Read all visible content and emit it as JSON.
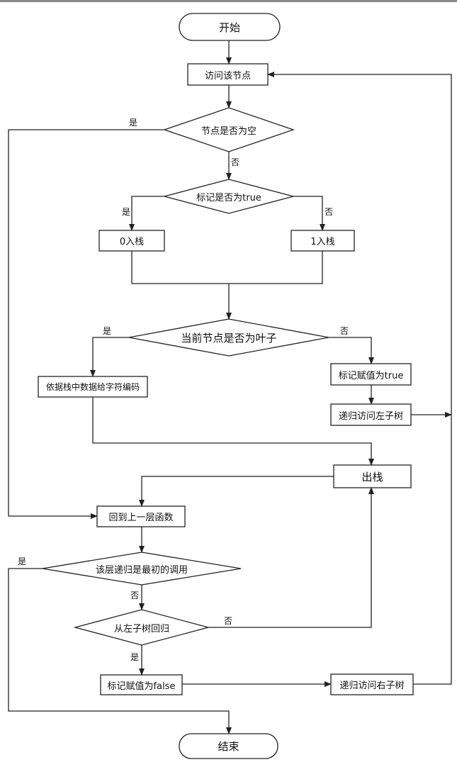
{
  "flowchart": {
    "start": "开始",
    "visit_node": "访问该节点",
    "is_node_null": "节点是否为空",
    "is_flag_true": "标记是否为true",
    "push_0": "0入栈",
    "push_1": "1入栈",
    "is_leaf": "当前节点是否为叶子",
    "encode_char": "依据栈中数据给字符编码",
    "set_flag_true": "标记赋值为true",
    "recurse_left": "递归访问左子树",
    "pop": "出栈",
    "return_upper": "回到上一层函数",
    "is_first_call": "该层递归是最初的调用",
    "from_left_subtree": "从左子树回归",
    "set_flag_false": "标记赋值为false",
    "recurse_right": "递归访问右子树",
    "end": "结束"
  },
  "edge_labels": {
    "yes": "是",
    "no": "否"
  }
}
